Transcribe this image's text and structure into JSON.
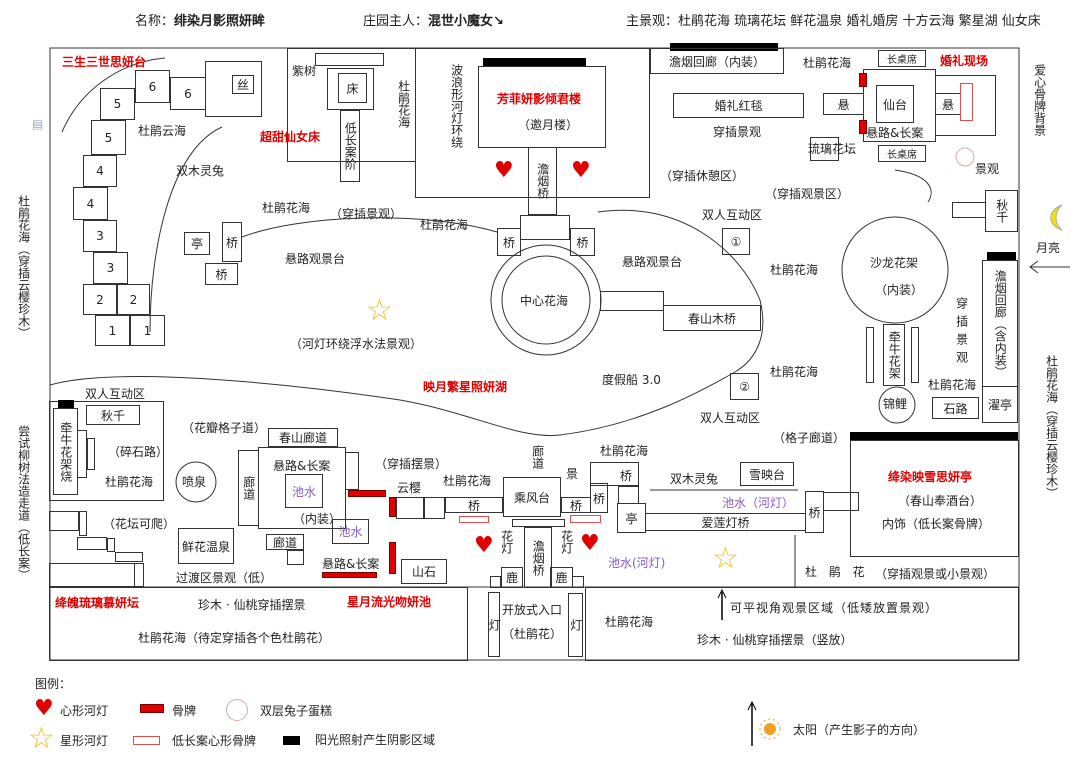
{
  "header": {
    "name_label": "名称：",
    "name_value": "绯染月影照妍眸",
    "owner_label": "庄园主人：",
    "owner_value": "混世小魔女↘",
    "main_label": "主景观：杜鹃花海  琉璃花坛  鲜花温泉  婚礼婚房  十方云海  繁星湖  仙女床"
  },
  "outside": {
    "left_top": "杜鹃花海（穿插云樱珍木）",
    "left_bottom": "尝试柳树法造走道（低长案）",
    "right_top": "爱心骨牌背景",
    "moon": "月亮",
    "right_bottom": "杜鹃花海（穿插云樱珍木）"
  },
  "top_left": {
    "title": "三生三世思妍台",
    "steps": [
      "1",
      "1",
      "2",
      "2",
      "3",
      "3",
      "4",
      "4",
      "5",
      "5",
      "6",
      "6"
    ],
    "silk": "丝",
    "cloud_sea": "杜鹃云海",
    "rabbit": "双木灵兔",
    "pavilion": "亭",
    "bridge1": "桥",
    "bridge2": "桥"
  },
  "fairy_bed": {
    "title": "超甜仙女床",
    "purple_tree": "紫树",
    "bed": "床",
    "steps": "低长案阶",
    "azalea": "杜鹃花海"
  },
  "tower": {
    "wave": "波浪形河灯环绕",
    "title": "芳菲妍影倾君楼",
    "subtitle": "（邀月楼）",
    "bridge": "澹烟桥"
  },
  "wedding": {
    "corridor": "澹烟回廊（内装）",
    "azalea": "杜鹃花海",
    "carpet": "婚礼红毯",
    "scenery": "穿插景观",
    "glass_bed": "琉璃花坛",
    "long_table_top": "长桌席",
    "long_table_bottom": "长桌席",
    "stage": "仙台",
    "hang_left": "悬",
    "hang_right": "悬",
    "road_table": "悬路&长案",
    "title": "婚礼现场",
    "landscape": "景观",
    "swing": "秋千",
    "rest_area": "（穿插休憩区）",
    "view_area": "（穿插观景区）"
  },
  "lake": {
    "azalea1": "杜鹃花海",
    "insert": "（穿插景观）",
    "azalea2": "杜鹃花海",
    "bridge_l": "桥",
    "bridge_r": "桥",
    "platform_l": "悬路观景台",
    "platform_r": "悬路观景台",
    "center": "中心花海",
    "wood_bridge": "春山木桥",
    "duo1": "双人互动区",
    "circle1": "①",
    "azalea3": "杜鹃花海",
    "azalea4": "杜鹃花海",
    "circle2": "②",
    "duo2": "双人互动区",
    "boat": "度假船 3.0",
    "title": "映月繁星照妍湖",
    "lantern_note": "（河灯环绕浮水法景观）"
  },
  "salon": {
    "frame": "沙龙花架",
    "inner": "（内装）",
    "morning_glory": "牵牛花架",
    "koi": "锦鲤",
    "azalea": "杜鹃花海",
    "stone": "石路",
    "pavilion": "濯亭",
    "corridor": "澹烟回廊（含内装）",
    "insert": "穿插景观"
  },
  "lower_left": {
    "duo": "双人互动区",
    "morning_glory": "牵牛花架烧",
    "swing": "秋千",
    "gravel": "（碎石路）",
    "azalea": "杜鹃花海",
    "petal_path": "（花瓣格子道）",
    "fountain": "喷泉",
    "climb": "（花坛可爬）",
    "hot_spring": "鲜花温泉",
    "transition": "过渡区景观（低）"
  },
  "pond": {
    "spring_corridor": "春山廊道",
    "corridor1": "廊道",
    "road_table1": "悬路&长案",
    "pool1": "池水",
    "inner": "（内装）",
    "pool2": "池水",
    "corridor2": "廊道",
    "road_table2": "悬路&长案",
    "rock": "山石",
    "insert": "（穿插摆景）",
    "cherry": "云樱",
    "azalea": "杜鹃花海",
    "bridge": "桥",
    "corridor3": "廊道",
    "wind": "乘风台",
    "scene": "景",
    "bridge2": "桥",
    "bridge3": "桥",
    "lamp1": "花灯",
    "lamp2": "花灯",
    "smoke_bridge": "澹烟桥",
    "deer1": "鹿",
    "deer2": "鹿",
    "pool_lantern": "池水(河灯)"
  },
  "lotus": {
    "azalea": "杜鹃花海",
    "bridge": "桥",
    "pavilion": "亭",
    "rabbit": "双木灵兔",
    "snow": "雪映台",
    "pool": "池水（河灯）",
    "lotus_bridge": "爱莲灯桥",
    "bridge2": "桥",
    "lattice": "（格子廊道）",
    "title": "绛染映雪思妍亭",
    "sub1": "（春山奉酒台）",
    "sub2": "内饰（低长案骨牌）",
    "azalea2": "杜 鹃 花",
    "insert": "（穿插观景或小景观）"
  },
  "bottom": {
    "altar": "绛魄琉璃慕妍坛",
    "peach": "珍木 · 仙桃穿插摆景",
    "pool_title": "星月流光吻妍池",
    "azalea_left": "杜鹃花海（待定穿插各个色杜鹃花）",
    "lamp_l": "灯",
    "entrance": "开放式入口",
    "entrance_sub": "（杜鹃花）",
    "lamp_r": "灯",
    "azalea_right": "杜鹃花海",
    "eye_level": "可平视角观景区域（低矮放置景观）",
    "peach_vertical": "珍木 · 仙桃穿插摆景（竖放）"
  },
  "legend": {
    "title": "图例：",
    "heart": "心形河灯",
    "domino": "骨牌",
    "cake": "双层兔子蛋糕",
    "star": "星形河灯",
    "low_domino": "低长案心形骨牌",
    "shadow": "阳光照射产生阴影区域",
    "sun": "太阳（产生影子的方向）"
  },
  "colors": {
    "red": "#e00000",
    "purple": "#8a5cc4",
    "star": "#f0c020",
    "moon": "#f0e010"
  }
}
